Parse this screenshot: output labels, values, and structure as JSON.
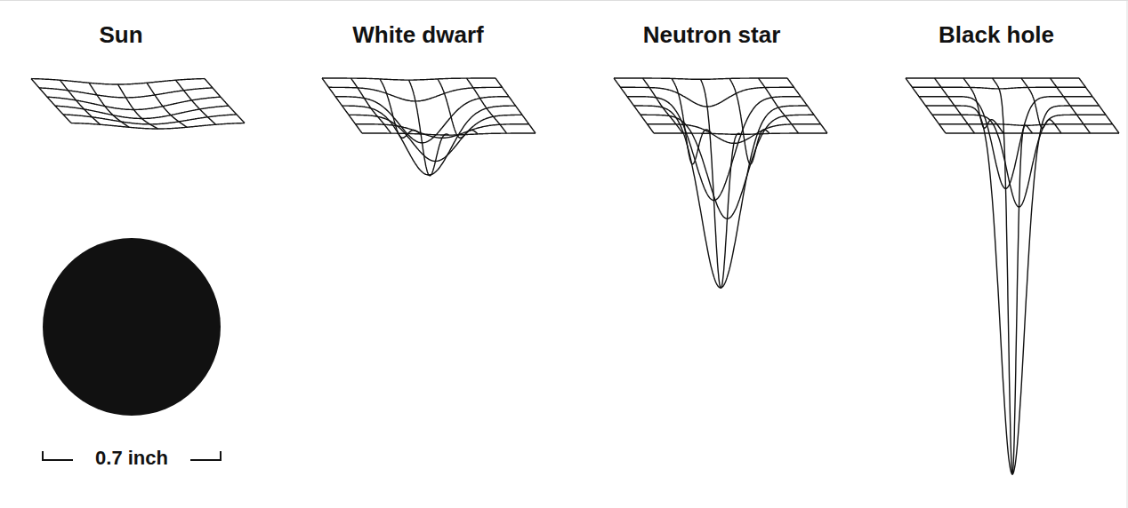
{
  "diagram": {
    "labels": [
      "Sun",
      "White dwarf",
      "Neutron star",
      "Black hole",
      "0.7 inch"
    ]
  }
}
